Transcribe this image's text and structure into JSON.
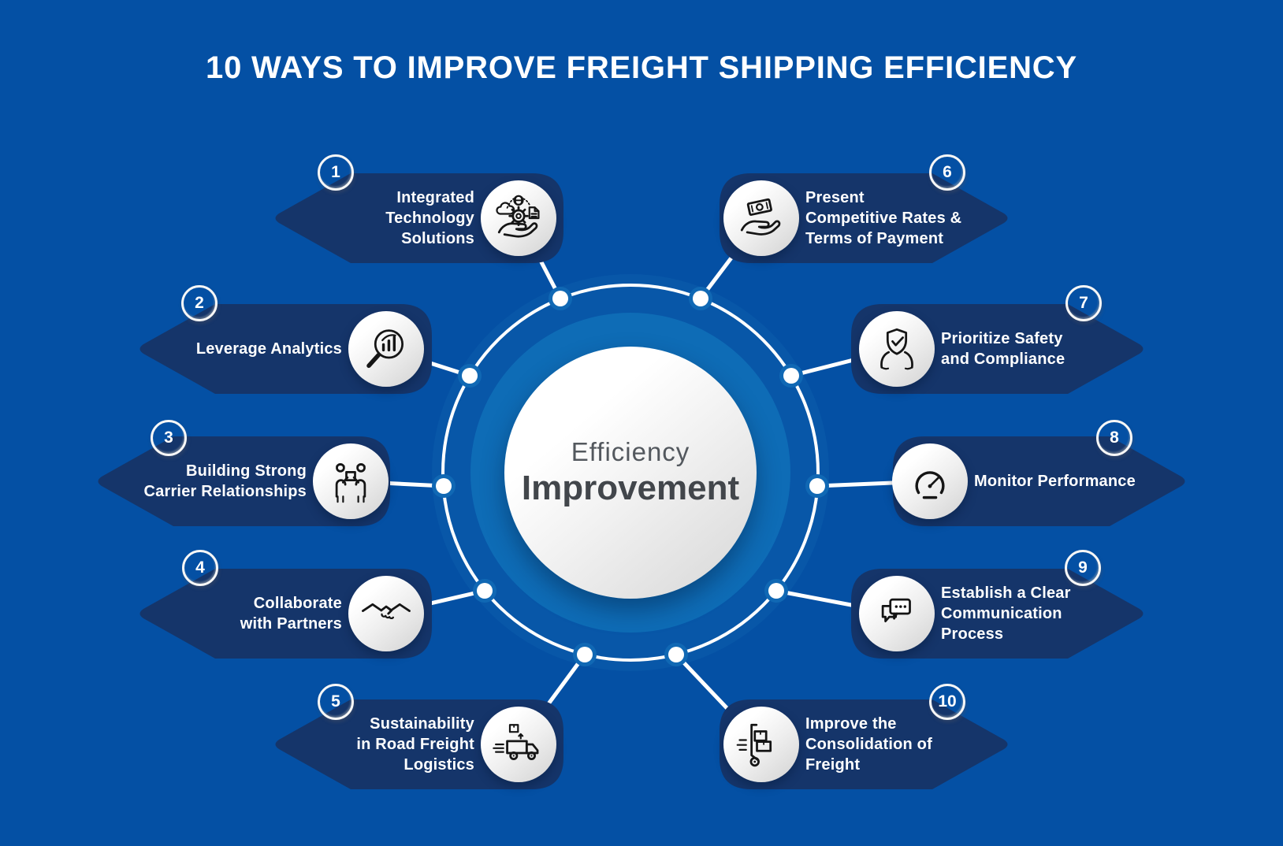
{
  "title": "10 WAYS TO IMPROVE FREIGHT SHIPPING EFFICIENCY",
  "center": {
    "line1": "Efficiency",
    "line2": "Improvement"
  },
  "colors": {
    "background": "#0450a4",
    "banner_navy": "#15356a",
    "ring_bright_blue": "#0e6cb6",
    "ring_outer_blue": "#0857a8",
    "text_white": "#ffffff",
    "center_text_dark": "#42464b"
  },
  "items": [
    {
      "number": "1",
      "label": "Integrated\nTechnology Solutions",
      "icon": "integrated-technology"
    },
    {
      "number": "2",
      "label": "Leverage Analytics",
      "icon": "analytics-magnifier"
    },
    {
      "number": "3",
      "label": "Building Strong\nCarrier Relationships",
      "icon": "carrier-relationships"
    },
    {
      "number": "4",
      "label": "Collaborate\nwith Partners",
      "icon": "handshake"
    },
    {
      "number": "5",
      "label": "Sustainability\nin Road Freight\nLogistics",
      "icon": "sustainability-truck"
    },
    {
      "number": "6",
      "label": "Present\nCompetitive Rates &\nTerms of Payment",
      "icon": "competitive-rates"
    },
    {
      "number": "7",
      "label": "Prioritize Safety\nand Compliance",
      "icon": "safety-compliance"
    },
    {
      "number": "8",
      "label": "Monitor Performance",
      "icon": "monitor-performance"
    },
    {
      "number": "9",
      "label": "Establish a Clear\nCommunication\nProcess",
      "icon": "communication-process"
    },
    {
      "number": "10",
      "label": "Improve the\nConsolidation of\nFreight",
      "icon": "freight-consolidation"
    }
  ]
}
